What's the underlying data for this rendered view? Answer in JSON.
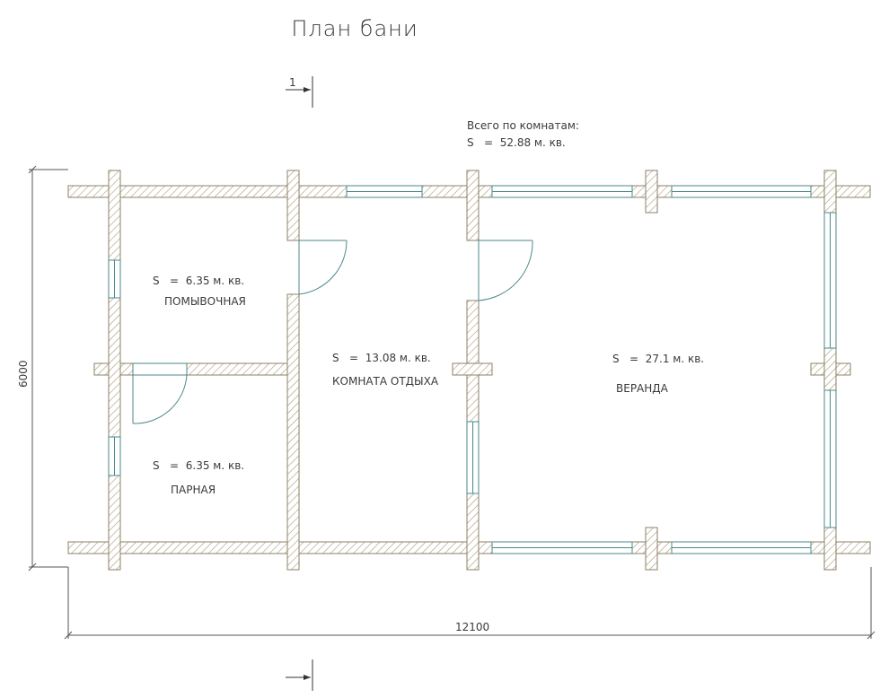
{
  "title": "План бани",
  "section_mark": "1",
  "total": {
    "line1": "Всего по комнатам:",
    "line2": "S   =  52.88 м. кв."
  },
  "rooms": {
    "washroom": {
      "area": "S   =  6.35 м. кв.",
      "name": "ПОМЫВОЧНАЯ"
    },
    "steam": {
      "area": "S   =  6.35 м. кв.",
      "name": "ПАРНАЯ"
    },
    "rest": {
      "area": "S   =  13.08 м. кв.",
      "name": "КОМНАТА ОТДЫХА"
    },
    "veranda": {
      "area": "S   =  27.1 м. кв.",
      "name": "ВЕРАНДА"
    }
  },
  "dimensions": {
    "height": "6000",
    "width": "12100"
  },
  "colors": {
    "wall_hatch": "#8c8068",
    "window": "#4a8a8a",
    "dimension": "#555555"
  }
}
